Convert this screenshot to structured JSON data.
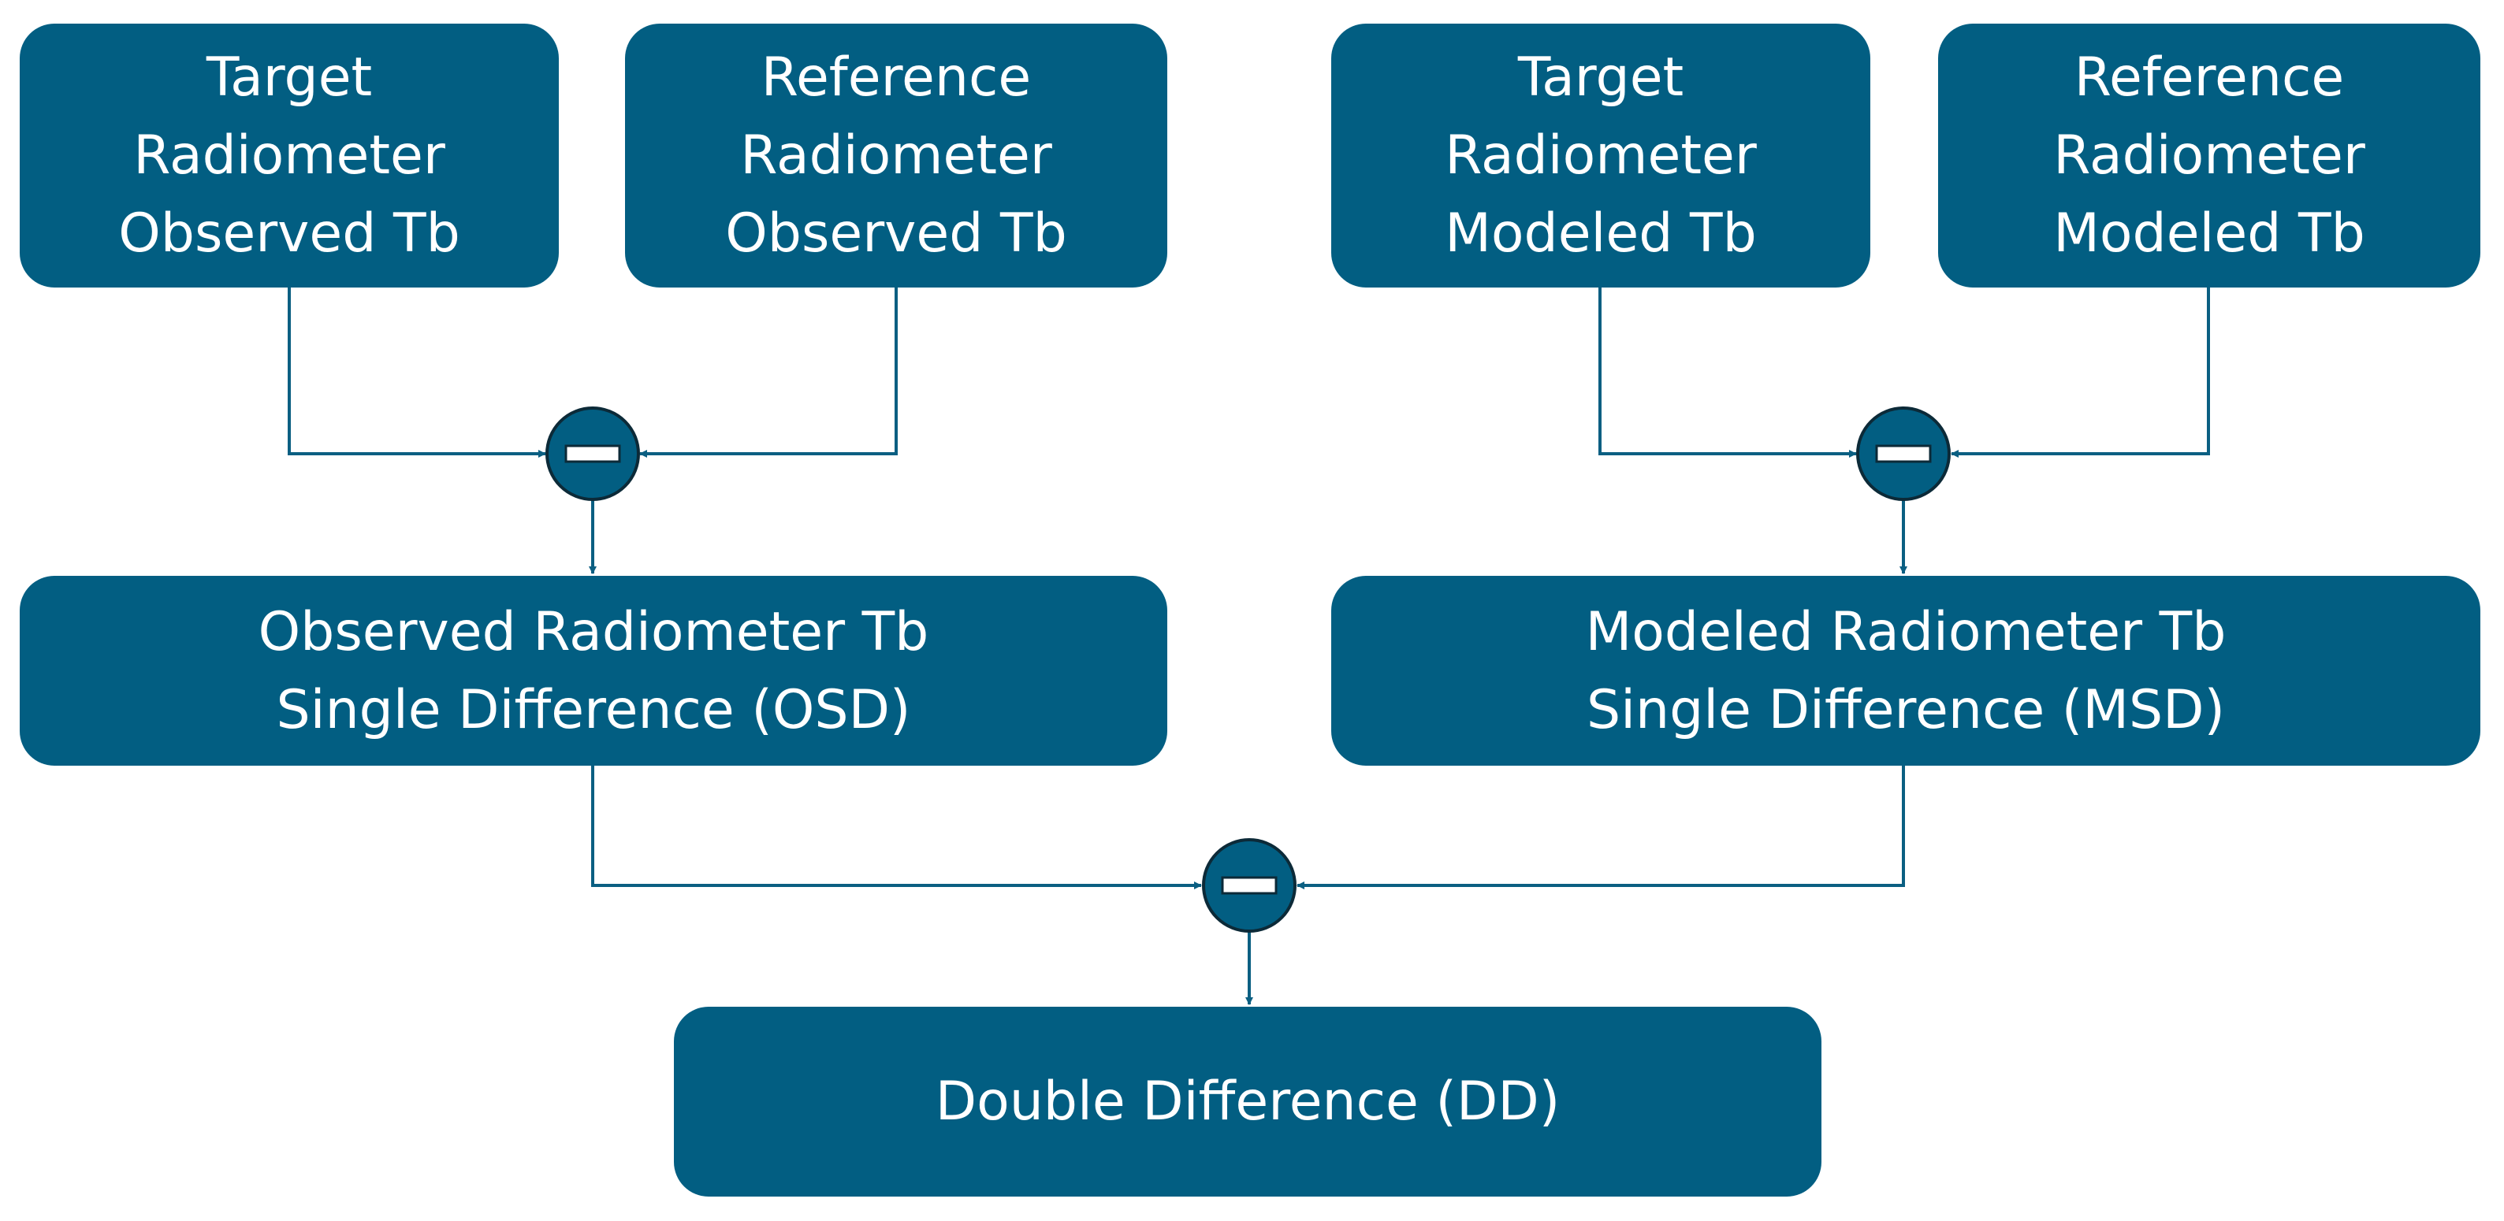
{
  "boxes": {
    "target_observed": [
      "Target",
      "Radiometer",
      "Observed Tb"
    ],
    "reference_observed": [
      "Reference",
      "Radiometer",
      "Observed Tb"
    ],
    "target_modeled": [
      "Target",
      "Radiometer",
      "Modeled Tb"
    ],
    "reference_modeled": [
      "Reference",
      "Radiometer",
      "Modeled Tb"
    ],
    "osd": [
      "Observed Radiometer Tb",
      "Single Difference (OSD)"
    ],
    "msd": [
      "Modeled Radiometer Tb",
      "Single Difference (MSD)"
    ],
    "dd": [
      "Double Difference (DD)"
    ]
  },
  "operators": {
    "observed_subtract": "minus-icon",
    "modeled_subtract": "minus-icon",
    "double_subtract": "minus-icon"
  },
  "colors": {
    "box_fill": "#025e82",
    "box_text": "#ffffff",
    "connector": "#0b5f82",
    "operator_outline": "#0c2a38"
  }
}
